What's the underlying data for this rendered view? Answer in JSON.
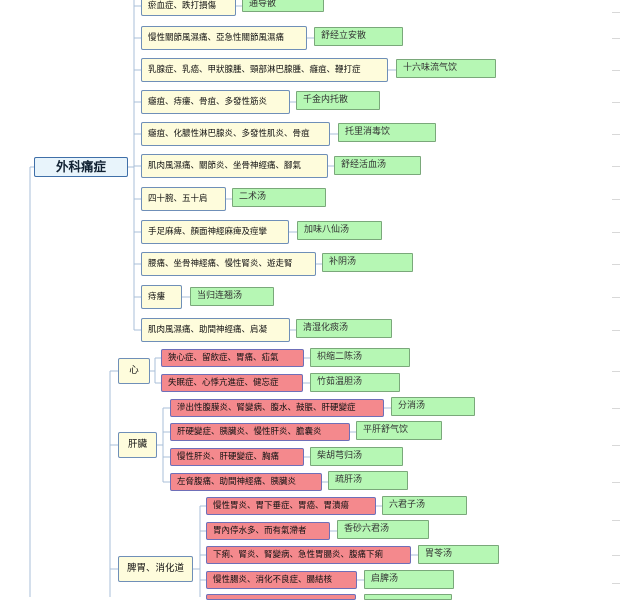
{
  "root": {
    "label": "外科痛症"
  },
  "external_group": {
    "items": [
      {
        "condition": "瘀血症、跌打損傷",
        "formula": "通导散"
      },
      {
        "condition": "慢性關節風濕痛、亞急性關節風濕痛",
        "formula": "舒经立安散"
      },
      {
        "condition": "乳腺症、乳癌、甲狀腺腫、頸部淋巴腺腫、癰疽、鞭打症",
        "formula": "十六味流气饮"
      },
      {
        "condition": "癰疽、痔瘻、骨疽、多發性筋炎",
        "formula": "千金内托散"
      },
      {
        "condition": "癰疽、化膿性淋巴腺炎、多發性肌炎、骨疽",
        "formula": "托里消毒饮"
      },
      {
        "condition": "肌肉風濕痛、關節炎、坐骨神經痛、腳氣",
        "formula": "舒经活血汤"
      },
      {
        "condition": "四十腕、五十肩",
        "formula": "二术汤"
      },
      {
        "condition": "手足麻痺、顏面神經麻痺及痙攣",
        "formula": "加味八仙汤"
      },
      {
        "condition": "腰痛、坐骨神經痛、慢性腎炎、遊走腎",
        "formula": "补阴汤"
      },
      {
        "condition": "痔瘻",
        "formula": "当归连翘汤"
      },
      {
        "condition": "肌肉風濕痛、助間神經痛、肩凝",
        "formula": "清湿化痰汤"
      }
    ]
  },
  "heart": {
    "label": "心",
    "items": [
      {
        "condition": "狹心症、留飲症、胃痛、疝氣",
        "formula": "枳缩二陈汤"
      },
      {
        "condition": "失眠症、心悸亢進症、健忘症",
        "formula": "竹茹温胆汤"
      }
    ]
  },
  "liver": {
    "label": "肝臟",
    "items": [
      {
        "condition": "滲出性腹膜炎、腎變病、腹水、鼓脹、肝硬變症",
        "formula": "分消汤"
      },
      {
        "condition": "肝硬變症、胰臟炎、慢性肝炎、膽囊炎",
        "formula": "平肝舒气饮"
      },
      {
        "condition": "慢性肝炎、肝硬變症、胸痛",
        "formula": "柴胡芎归汤"
      },
      {
        "condition": "左脅腹痛、助間神經痛、胰臟炎",
        "formula": "疏肝汤"
      }
    ]
  },
  "stomach": {
    "label": "脾胃、消化道",
    "items": [
      {
        "condition": "慢性胃炎、胃下垂症、胃癌、胃潰瘍",
        "formula": "六君子汤"
      },
      {
        "condition": "胃內停水多、而有氣滯者",
        "formula": "香砂六君汤"
      },
      {
        "condition": "下痢、腎炎、腎變病、急性胃腸炎、腹痛下痢",
        "formula": "胃苓汤"
      },
      {
        "condition": "慢性腸炎、消化不良症、腸結核",
        "formula": "启脾汤"
      }
    ]
  },
  "colors": {
    "connector": "#a8bfd8",
    "condition_fill": "#fefcdc",
    "condition_red_fill": "#f4898d",
    "formula_fill": "#b6f7b4",
    "root_fill": "#e8f4fb"
  }
}
